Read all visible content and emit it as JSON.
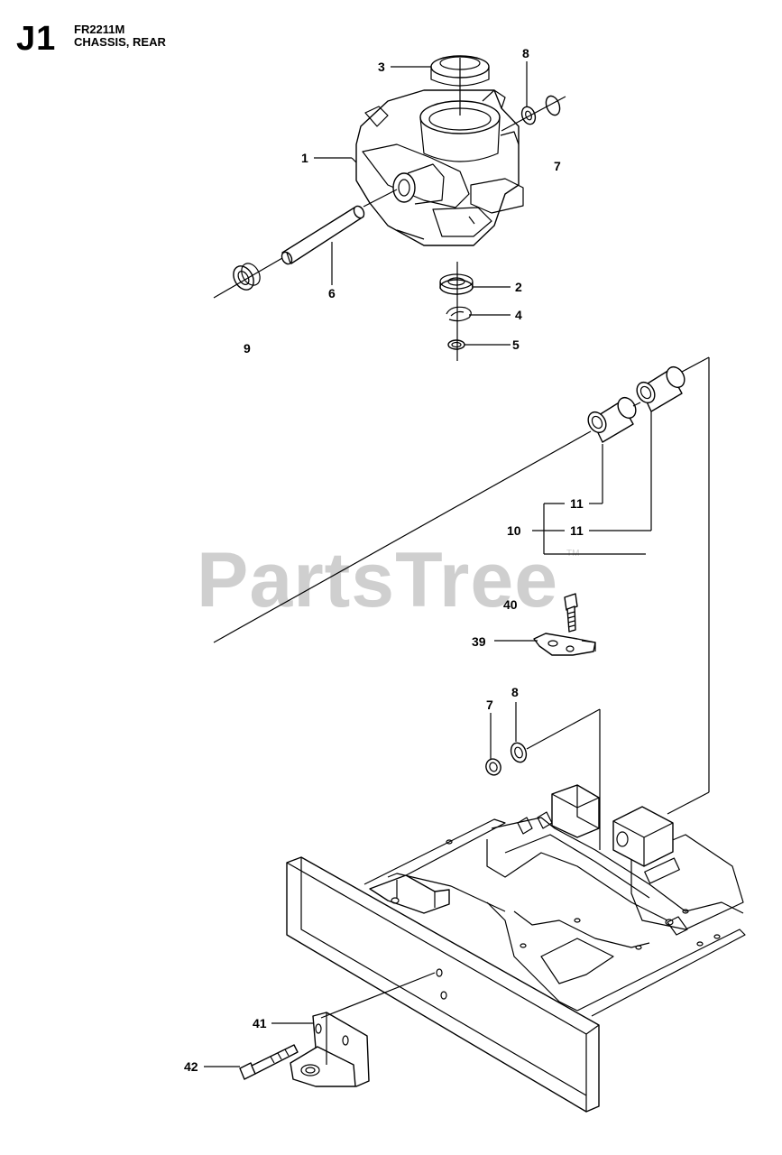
{
  "header": {
    "section_code": "J1",
    "model": "FR2211M",
    "title": "CHASSIS, REAR"
  },
  "watermark": {
    "text": "PartsTree",
    "trademark": "TM"
  },
  "callouts": {
    "c3": "3",
    "c8_top": "8",
    "c1": "1",
    "c7_top": "7",
    "c6": "6",
    "c2": "2",
    "c4": "4",
    "c9": "9",
    "c5": "5",
    "c11_a": "11",
    "c10": "10",
    "c11_b": "11",
    "c40": "40",
    "c39": "39",
    "c7_mid": "7",
    "c8_mid": "8",
    "c41": "41",
    "c42": "42"
  }
}
